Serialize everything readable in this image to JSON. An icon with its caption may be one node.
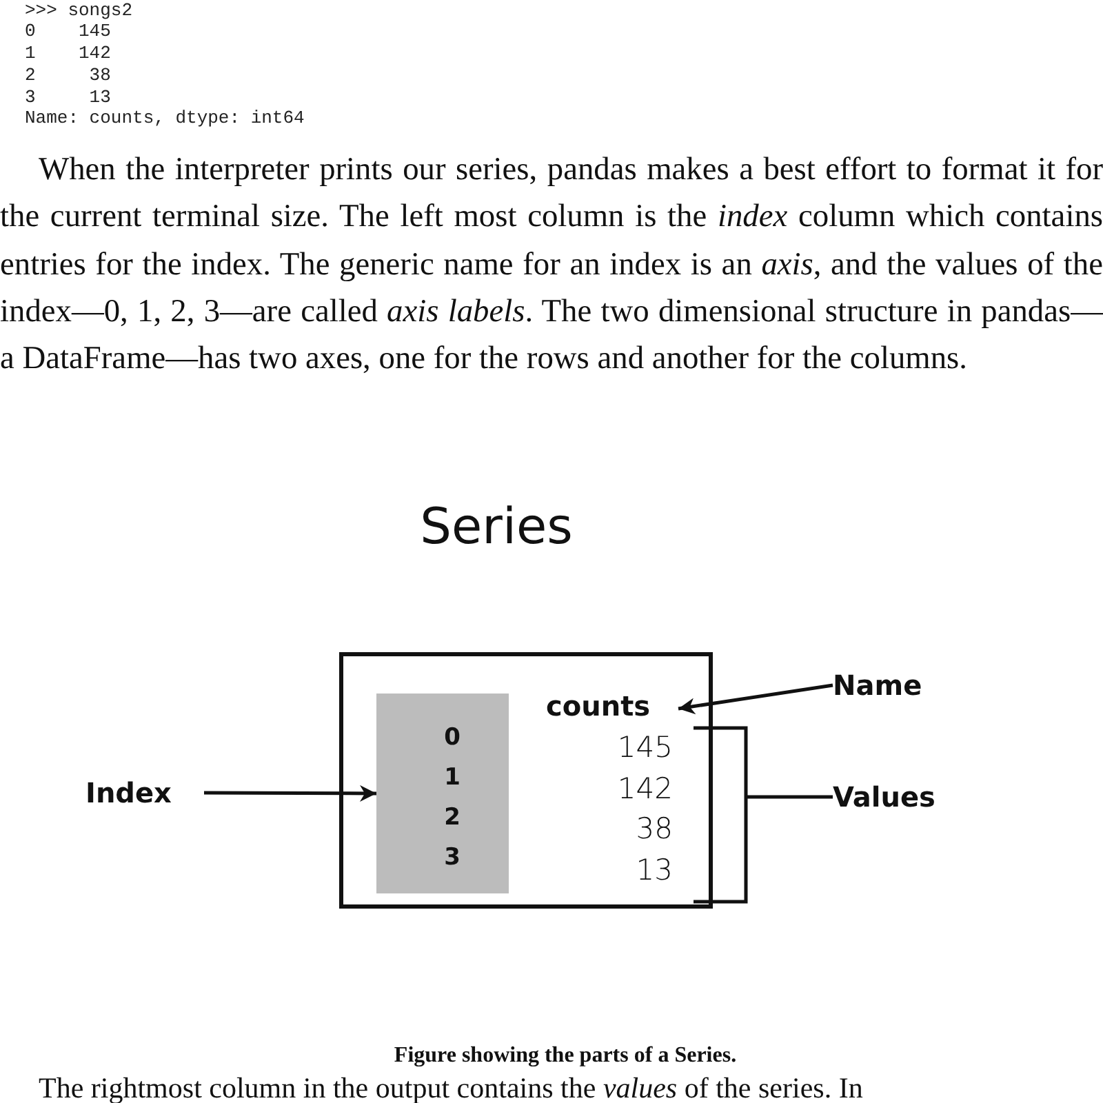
{
  "diagram": {
    "title": "Series",
    "caption": "Figure showing the parts of a Series.",
    "nodes": [
      {
        "text": [],
        "shape": "box"
      },
      {
        "text": [
          "0",
          "1",
          "2",
          "3"
        ],
        "in": 0
      },
      {
        "text": [
          "counts"
        ],
        "in": 0
      },
      {
        "text": [
          "145",
          "142",
          "38",
          "13"
        ],
        "in": 0
      },
      {
        "text": [
          "Name"
        ]
      },
      {
        "text": [
          "Index"
        ]
      },
      {
        "text": [
          "Values"
        ]
      }
    ],
    "edges": [
      {
        "from": 4,
        "to": 2,
        "arrow": "to"
      },
      {
        "from": 5,
        "to": 1,
        "arrow": "to"
      },
      {
        "from": 6,
        "to": 3,
        "arrow": "none"
      }
    ],
    "labels": [
      ">>> songs2",
      "0    145",
      "1    142",
      "2     38",
      "3     13",
      "Name: counts, dtype: int64",
      "When the interpreter prints our series, pandas makes a best effort to format it for the current terminal size. The left most column is the *index* column which contains entries for the index. The generic name for an index is an *axis*, and the values of the index—0, 1, 2, 3—are called *axis labels*. The two dimensional structure in pandas—a DataFrame—has two axes, one for the rows and another for the columns.",
      "The rightmost column in the output contains the *values* of the series. In"
    ]
  }
}
